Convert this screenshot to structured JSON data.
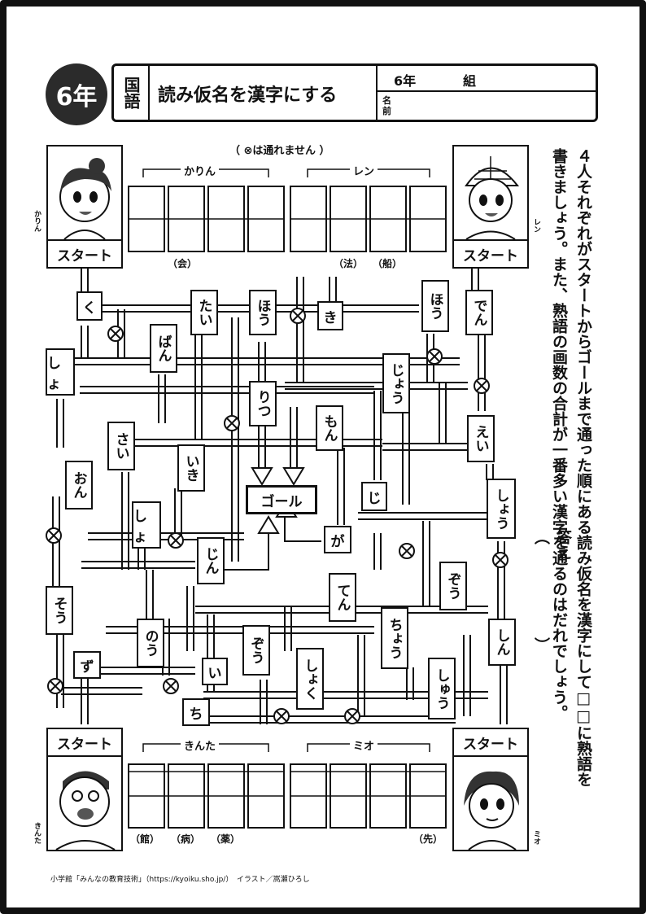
{
  "header": {
    "grade": "6年",
    "subject": "国語",
    "title": "読み仮名を漢字にする",
    "grade_field": "6年",
    "class_field": "組",
    "name_label": "名前"
  },
  "instructions": "４人それぞれがスタートからゴールまで通った順にある読み仮名を漢字にして□□に熟語を書きましょう。また、熟語の画数の合計が一番多い漢字を通るのはだれでしょう。",
  "answer_label": "答え（　　　　　　）",
  "maze_note": "（ ⊗は通れません ）",
  "start_label": "スタート",
  "goal_label": "ゴール",
  "characters": {
    "karin": "かりん",
    "ren": "レン",
    "kinta": "きんた",
    "mio": "ミオ"
  },
  "hints_top": [
    "（会）",
    "（法）",
    "（船）"
  ],
  "hints_bottom": [
    "（館）",
    "（病）",
    "（薬）",
    "（先）"
  ],
  "tiles": {
    "ku": "く",
    "tai": "たい",
    "hou1": "ほう",
    "ki": "き",
    "hou2": "ほう",
    "den": "でん",
    "sho1": "しょ",
    "ban": "ばん",
    "jou1": "じょう",
    "ritsu": "りつ",
    "mon": "もん",
    "ei": "えい",
    "sai": "さい",
    "iki": "いき",
    "on": "おん",
    "sho2": "しょ",
    "ji": "じ",
    "shou": "しょう",
    "ga": "が",
    "jin": "じん",
    "zou1": "ぞう",
    "sou": "そう",
    "ten": "てん",
    "chou": "ちょう",
    "nou": "のう",
    "shin": "しん",
    "zu": "ず",
    "i": "い",
    "zou2": "ぞう",
    "shoku": "しょく",
    "shuu": "しゅう",
    "chi": "ち"
  },
  "footer": "小学館「みんなの教育技術」（https://kyoiku.sho.jp/）　イラスト／嵩瀬ひろし"
}
